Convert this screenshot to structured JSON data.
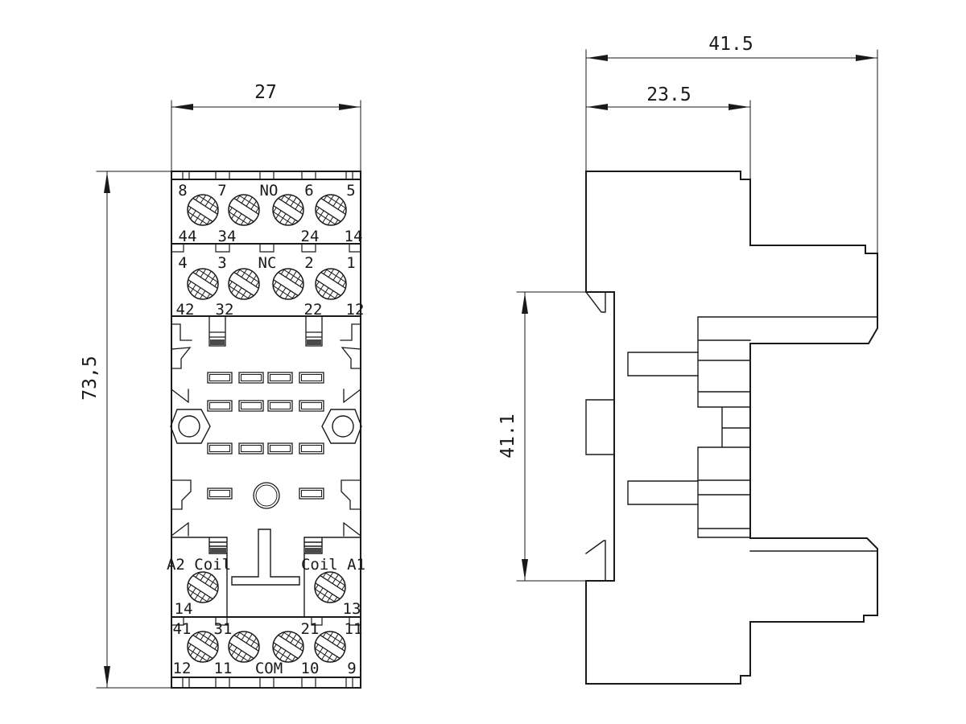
{
  "page": {
    "background": "#ffffff",
    "line_color": "#1a1a1a",
    "slot_fill_color": "#4a4a4a",
    "description_labels": {
      "drawing_type": "relay-socket-dimension-drawing"
    }
  },
  "front_view": {
    "dim_width": "27",
    "dim_height": "73,5",
    "row1_top": [
      "8",
      "7",
      "NO",
      "6",
      "5"
    ],
    "row1_bottom": [
      "44",
      "34",
      "24",
      "14"
    ],
    "row2_top": [
      "4",
      "3",
      "NC",
      "2",
      "1"
    ],
    "row2_bottom": [
      "42",
      "32",
      "22",
      "12"
    ],
    "coil_left_label": "A2 Coil",
    "coil_right_label": "Coil A1",
    "coil_left_terminal": "14",
    "coil_right_terminal": "13",
    "row4_top": [
      "41",
      "31",
      "21",
      "11"
    ],
    "row4_bottom": [
      "12",
      "11",
      "COM",
      "10",
      "9"
    ]
  },
  "side_view": {
    "dim_total_width": "41.5",
    "dim_step_width": "23.5",
    "dim_clip_height": "41.1"
  },
  "icons": {
    "screw": "slotted-screw-head",
    "mount_hole": "hex-mounting-hole",
    "arrow": "dimension-arrowhead"
  }
}
